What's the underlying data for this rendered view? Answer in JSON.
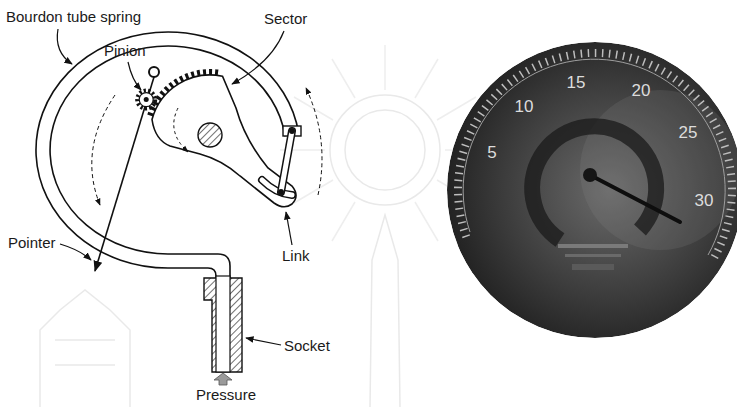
{
  "diagram": {
    "labels": [
      "Bourdon tube spring",
      "Sector",
      "Pinion",
      "15",
      "10",
      "20",
      "5",
      "25",
      "Link",
      "Pointer",
      "30",
      "Socket",
      "Pressure"
    ]
  }
}
